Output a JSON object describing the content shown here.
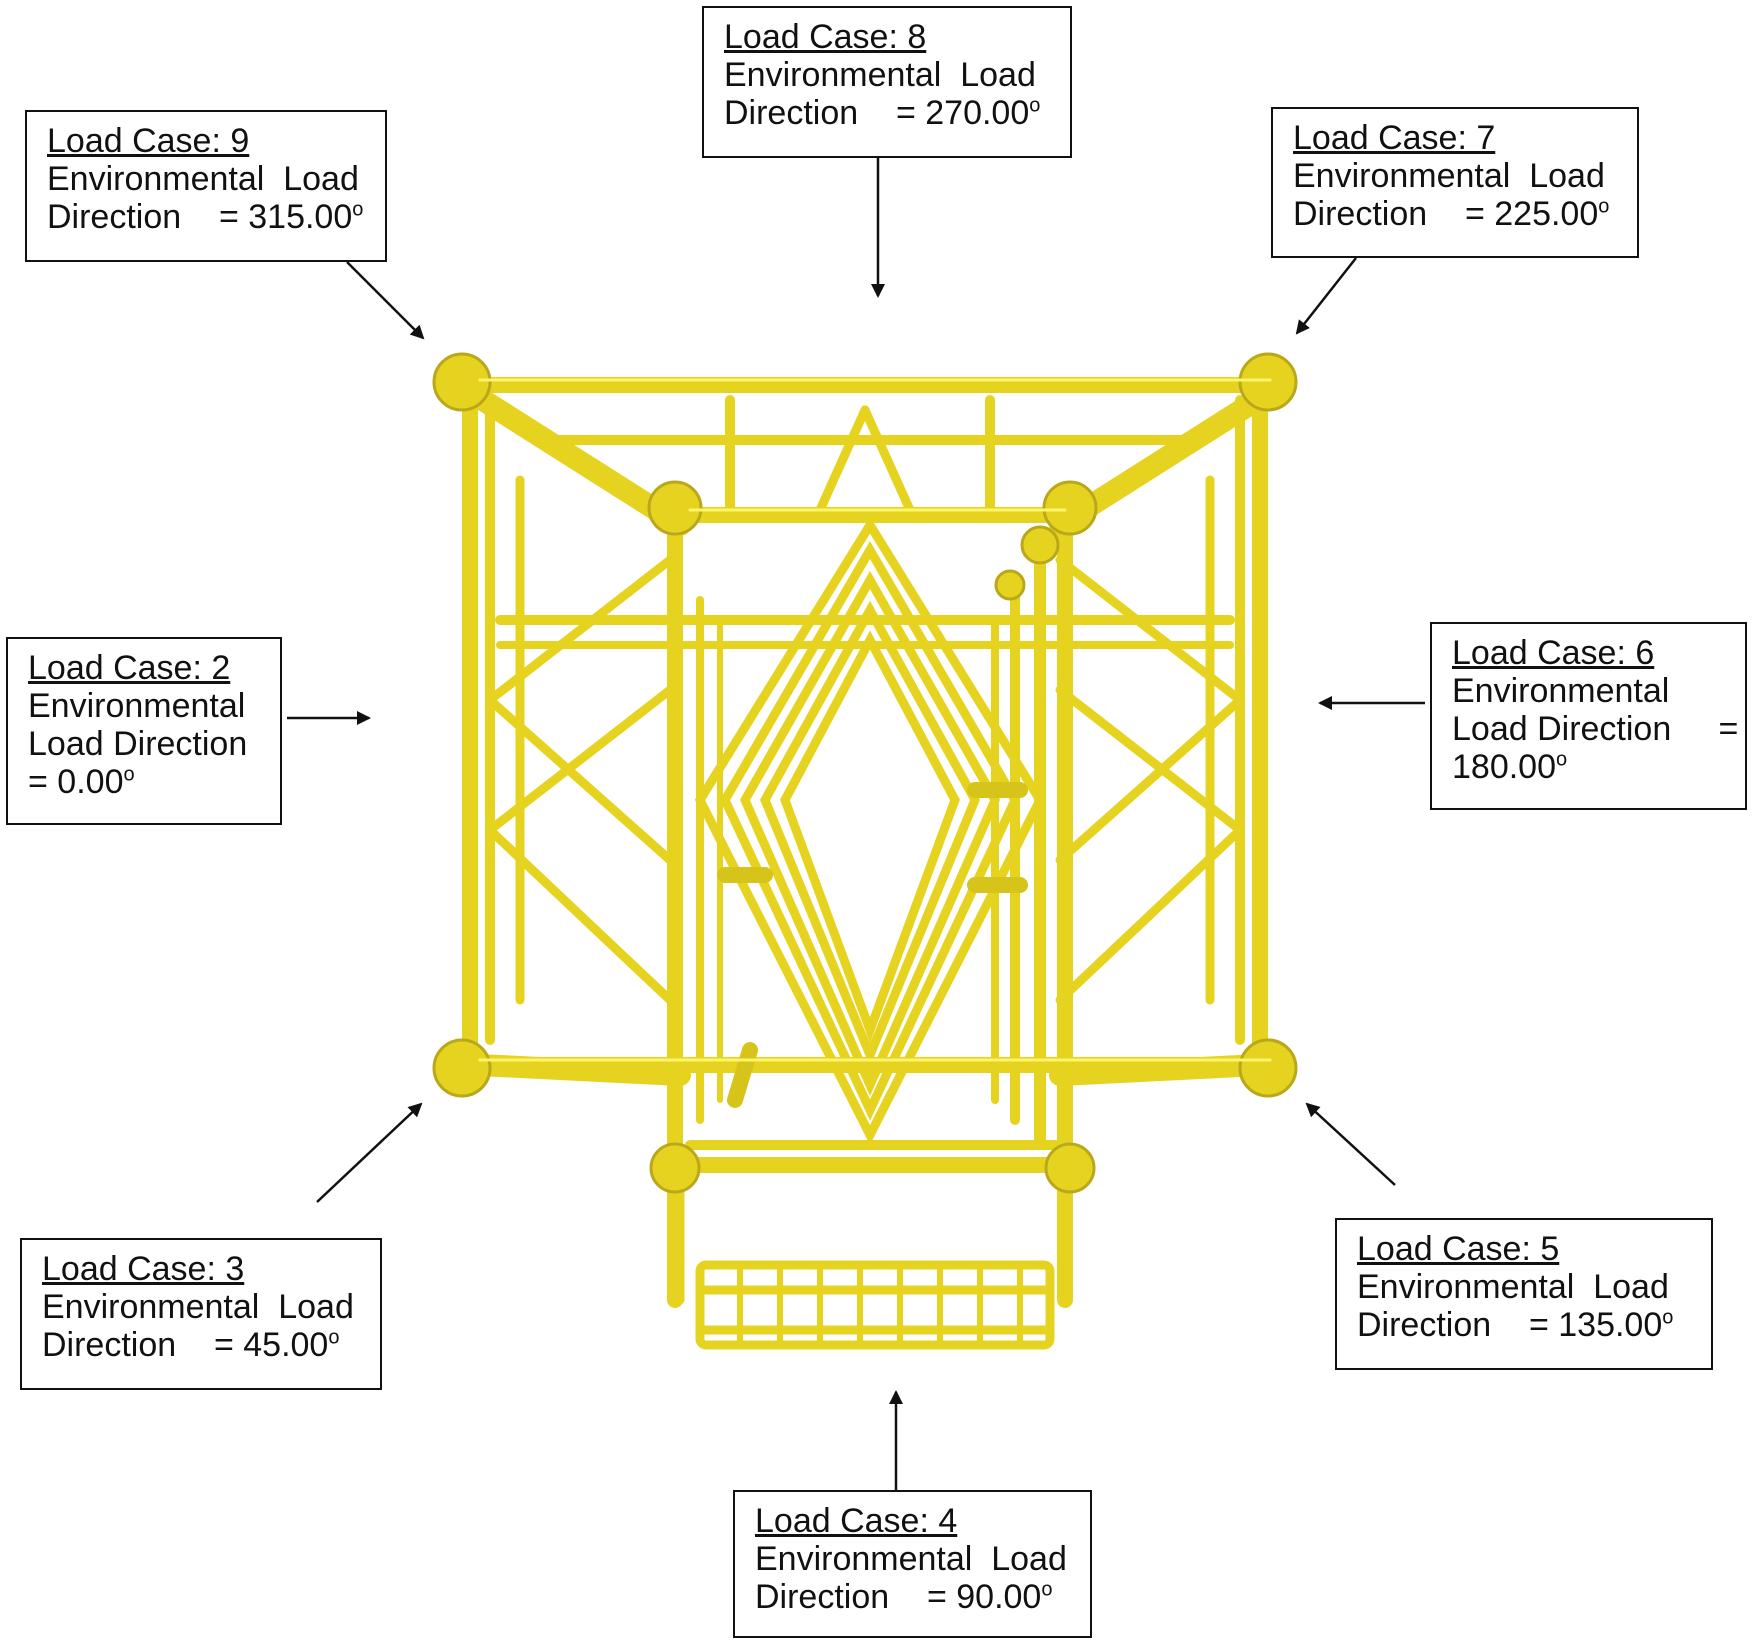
{
  "colors": {
    "structure": "#f2e22b",
    "structure_dark": "#b9a81a",
    "structure_light": "#fff56a",
    "line": "#111111"
  },
  "load_cases": [
    {
      "id": "lc8",
      "title": "Load Case: 8",
      "line1": "Environmental  Load",
      "line2": "Direction    = 270.00",
      "line3": "",
      "deg_on": 2
    },
    {
      "id": "lc9",
      "title": "Load Case: 9",
      "line1": "Environmental  Load",
      "line2": "Direction    = 315.00",
      "line3": "",
      "deg_on": 2
    },
    {
      "id": "lc7",
      "title": "Load Case: 7",
      "line1": "Environmental  Load",
      "line2": "Direction    = 225.00",
      "line3": "",
      "deg_on": 2
    },
    {
      "id": "lc2",
      "title": "Load Case: 2",
      "line1": "Environmental",
      "line2": "Load Direction",
      "line3": "= 0.00",
      "deg_on": 3
    },
    {
      "id": "lc6",
      "title": "Load Case: 6",
      "line1": "Environmental",
      "line2": "Load Direction     =",
      "line3": "180.00",
      "deg_on": 3
    },
    {
      "id": "lc3",
      "title": "Load Case: 3",
      "line1": "Environmental  Load",
      "line2": "Direction    = 45.00",
      "line3": "",
      "deg_on": 2
    },
    {
      "id": "lc5",
      "title": "Load Case: 5",
      "line1": "Environmental  Load",
      "line2": "Direction    = 135.00",
      "line3": "",
      "deg_on": 2
    },
    {
      "id": "lc4",
      "title": "Load Case: 4",
      "line1": "Environmental  Load",
      "line2": "Direction    = 90.00",
      "line3": "",
      "deg_on": 2
    }
  ],
  "degree_symbol": "o"
}
